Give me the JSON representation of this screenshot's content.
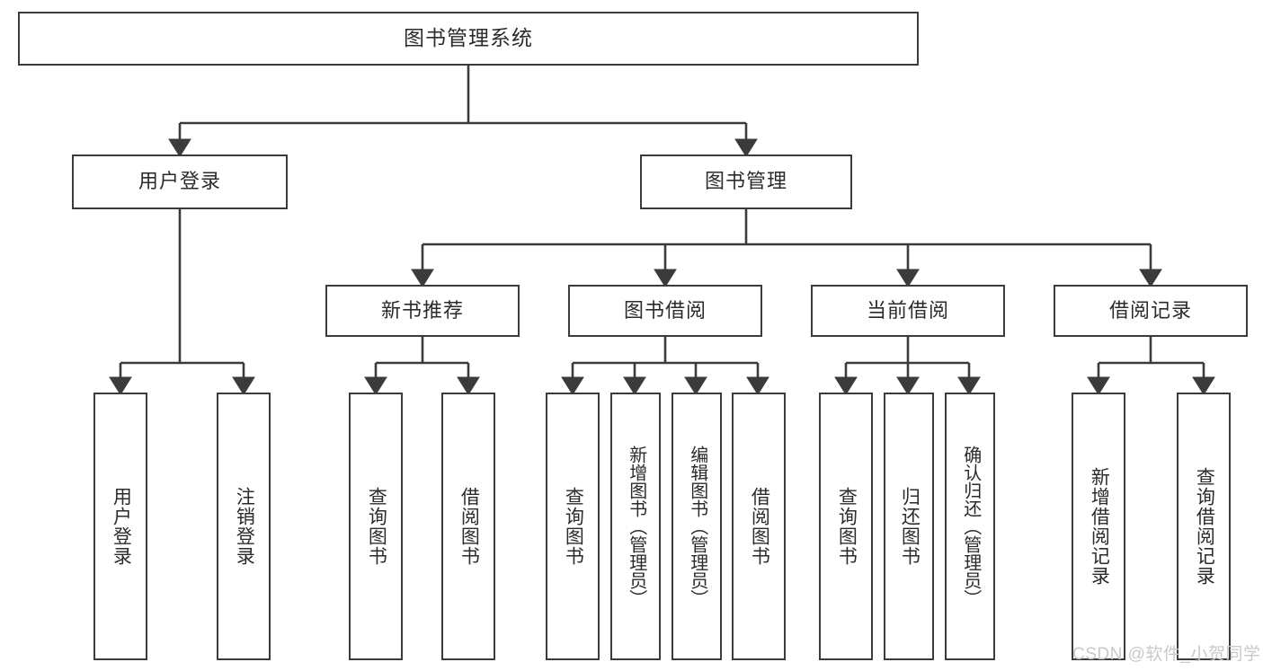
{
  "diagram": {
    "title": "图书管理系统",
    "type": "tree-hierarchy-chart",
    "root": {
      "label": "图书管理系统"
    },
    "level2": [
      {
        "label": "用户登录"
      },
      {
        "label": "图书管理"
      }
    ],
    "level3": [
      {
        "label": "新书推荐"
      },
      {
        "label": "图书借阅"
      },
      {
        "label": "当前借阅"
      },
      {
        "label": "借阅记录"
      }
    ],
    "leaves": {
      "user_login": [
        {
          "label": "用户登录"
        },
        {
          "label": "注销登录"
        }
      ],
      "new_book_recommend": [
        {
          "label": "查询图书"
        },
        {
          "label": "借阅图书"
        }
      ],
      "book_borrow": [
        {
          "label": "查询图书"
        },
        {
          "label": "新增图书（管理员）"
        },
        {
          "label": "编辑图书（管理员）"
        },
        {
          "label": "借阅图书"
        }
      ],
      "current_borrow": [
        {
          "label": "查询图书"
        },
        {
          "label": "归还图书"
        },
        {
          "label": "确认归还（管理员）"
        }
      ],
      "borrow_record": [
        {
          "label": "新增借阅记录"
        },
        {
          "label": "查询借阅记录"
        }
      ]
    }
  },
  "watermark": {
    "text": "CSDN @软件_小贺同学"
  },
  "colors": {
    "box_border": "#3b3b3b",
    "box_fill": "#ffffff",
    "text": "#2b2b2b",
    "edge": "#3b3b3b",
    "watermark": "#c9c9c9",
    "background": "#ffffff"
  }
}
